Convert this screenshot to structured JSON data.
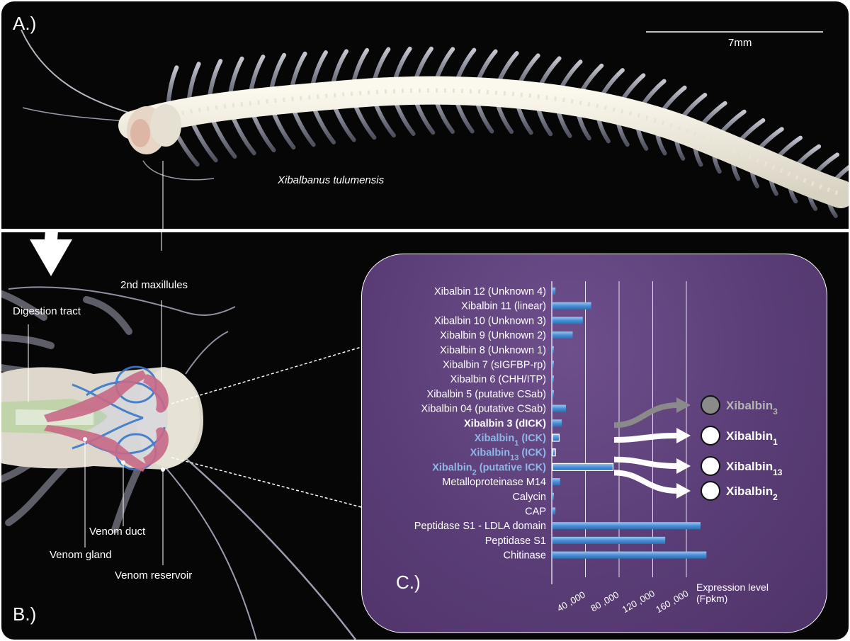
{
  "panel_a": {
    "label": "A.)",
    "scale_bar": "7mm",
    "species": "Xibalbanus tulumensis"
  },
  "panel_b": {
    "label": "B.)",
    "annotations": {
      "maxillules": "2nd maxillules",
      "digestion": "Digestion tract",
      "duct": "Venom duct",
      "gland": "Venom gland",
      "reservoir": "Venom reservoir"
    }
  },
  "panel_c": {
    "label": "C.)"
  },
  "colors": {
    "chart_bg": "#5a3d76",
    "bar": "#4a90d6",
    "highlight_blue": "#8fb8e8",
    "grey_marker": "#8a8a8a"
  },
  "chart_data": {
    "type": "bar",
    "orientation": "horizontal",
    "xlabel": "Expression level (Fpkm)",
    "xticks": [
      "40 ,000",
      "80 ,000",
      "120 ,000",
      "160 ,000"
    ],
    "xlim": [
      0,
      180000
    ],
    "grid": true,
    "categories": [
      "Xibalbin 12 (Unknown 4)",
      "Xibalbin 11 (linear)",
      "Xibalbin 10 (Unknown 3)",
      "Xibalbin 9 (Unknown 2)",
      "Xibalbin 8 (Unknown 1)",
      "Xibalbin 7 (sIGFBP-rp)",
      "Xibalbin 6 (CHH/ITP)",
      "Xibalbin 5 (putative CSab)",
      "Xibalbin 04 (putative CSab)",
      "Xibalbin 3 (dICK)",
      "Xibalbin1 (ICK)",
      "Xibalbin13 (ICK)",
      "Xibalbin2 (putative ICK)",
      "Metalloproteinase M14",
      "Calycin",
      "CAP",
      "Peptidase S1 - LDLA domain",
      "Peptidase S1",
      "Chitinase"
    ],
    "values": [
      3500,
      46000,
      36000,
      24000,
      1200,
      1200,
      1200,
      1500,
      16000,
      11000,
      8000,
      3500,
      72000,
      9000,
      1000,
      3500,
      176000,
      134000,
      183000
    ],
    "label_style": [
      "normal",
      "normal",
      "normal",
      "normal",
      "normal",
      "normal",
      "normal",
      "normal",
      "normal",
      "bold",
      "blue",
      "blue",
      "blue",
      "normal",
      "normal",
      "normal",
      "normal",
      "normal",
      "normal"
    ],
    "callouts": [
      {
        "text": "Xibalbin3",
        "marker": "grey"
      },
      {
        "text": "Xibalbin1",
        "marker": "white"
      },
      {
        "text": "Xibalbin13",
        "marker": "white"
      },
      {
        "text": "Xibalbin2",
        "marker": "white"
      }
    ]
  }
}
